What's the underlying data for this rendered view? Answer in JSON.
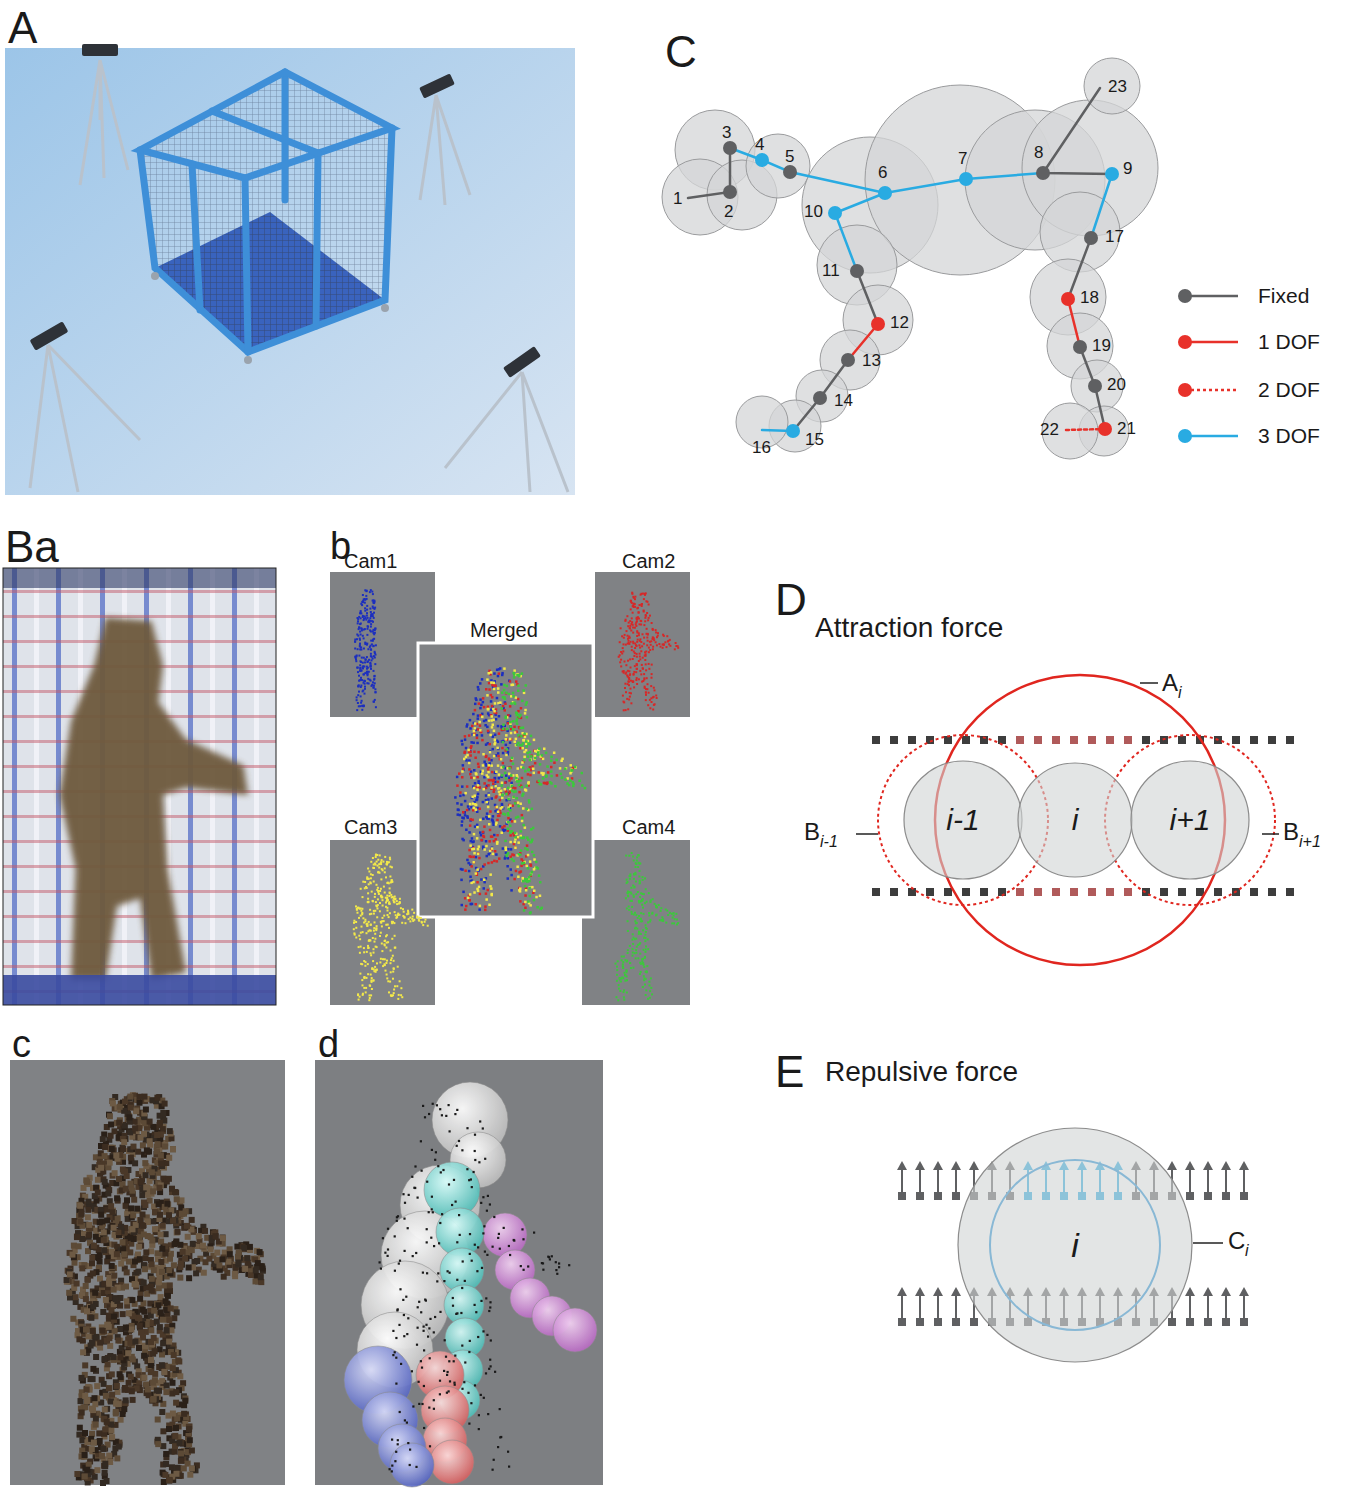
{
  "diagram": {
    "nodes": [
      {
        "text": [
          "i-1"
        ]
      },
      {
        "text": [
          "i"
        ]
      },
      {
        "text": [
          "i+1"
        ]
      },
      {
        "text": [
          "i"
        ]
      }
    ],
    "labels": [
      "A",
      "Ba",
      "b",
      "Cam1",
      "Cam2",
      "Merged",
      "Cam3",
      "Cam4",
      "c",
      "d",
      "C",
      "1",
      "2",
      "3",
      "4",
      "5",
      "6",
      "7",
      "8",
      "9",
      "10",
      "11",
      "12",
      "13",
      "14",
      "15",
      "16",
      "17",
      "18",
      "19",
      "20",
      "21",
      "22",
      "23",
      "D",
      "Attraction force",
      "A",
      "i",
      "B",
      "i-1",
      "B",
      "i+1",
      "E",
      "Repulsive force",
      "C",
      "i"
    ],
    "legend": [
      {
        "text": "Fixed"
      },
      {
        "text": "1 DOF"
      },
      {
        "text": "2 DOF"
      },
      {
        "text": "3 DOF"
      }
    ]
  }
}
